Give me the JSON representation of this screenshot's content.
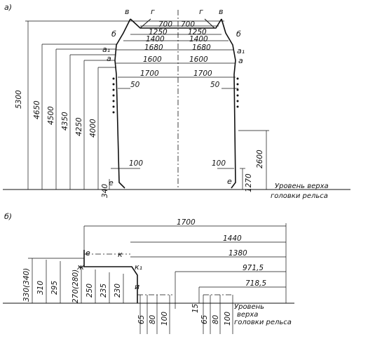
{
  "panel_a": {
    "label": "a)",
    "letters": {
      "v": "в",
      "g": "г",
      "b": "б",
      "a1": "a₁",
      "a": "a",
      "e": "e"
    },
    "top_dims": [
      "700",
      "1250",
      "1400",
      "1680",
      "1600",
      "1700",
      "50"
    ],
    "left_heights": [
      "5300",
      "4650",
      "4500",
      "4350",
      "4250",
      "4000",
      "340"
    ],
    "right_heights": [
      "2600",
      "1270"
    ],
    "dim_100": "100",
    "rail_caption_1": "Уровень верха",
    "rail_caption_2": "головки рельса"
  },
  "panel_b": {
    "label": "б)",
    "letters": {
      "e": "e",
      "k": "к",
      "k1": "к₁",
      "zh": "ж",
      "i": "и"
    },
    "horiz_dims": [
      "1700",
      "1440",
      "1380",
      "971,5",
      "718,5"
    ],
    "vert_dims": [
      "330(340)",
      "310",
      "295",
      "270(280)",
      "250",
      "235",
      "230"
    ],
    "bottom_dims": [
      "65",
      "80",
      "100",
      "65",
      "80",
      "100"
    ],
    "small_dim": "15",
    "rail_caption_1": "Уровень",
    "rail_caption_2": "верха",
    "rail_caption_3": "головки рельса"
  }
}
